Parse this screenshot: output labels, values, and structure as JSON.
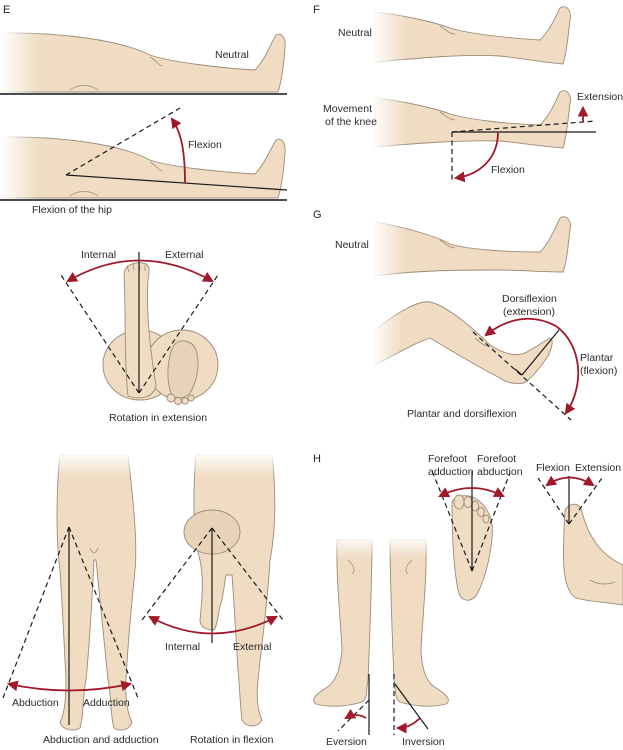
{
  "colors": {
    "skin": "#efdcc3",
    "outline": "#9c8c78",
    "arrow": "#a0182a",
    "line": "#1a1a1a",
    "text": "#2a2a2a"
  },
  "panels": {
    "E": {
      "letter": "E",
      "neutral": "Neutral",
      "flexion": "Flexion",
      "hip_caption": "Flexion of the hip",
      "rotation_internal": "Internal",
      "rotation_external": "External",
      "rotation_caption": "Rotation in extension",
      "abduction": "Abduction",
      "adduction": "Adduction",
      "abd_caption": "Abduction and adduction",
      "rotflex_internal": "Internal",
      "rotflex_external": "External",
      "rotflex_caption": "Rotation in flexion"
    },
    "F": {
      "letter": "F",
      "neutral": "Neutral",
      "movement_line1": "Movement",
      "movement_line2": "of the knee",
      "extension": "Extension",
      "flexion": "Flexion"
    },
    "G": {
      "letter": "G",
      "neutral": "Neutral",
      "dorsi_line1": "Dorsiflexion",
      "dorsi_line2": "(extension)",
      "plantar_line1": "Plantar",
      "plantar_line2": "(flexion)",
      "caption": "Plantar and dorsiflexion"
    },
    "H": {
      "letter": "H",
      "forefoot_add_line1": "Forefoot",
      "forefoot_add_line2": "adduction",
      "forefoot_abd_line1": "Forefoot",
      "forefoot_abd_line2": "abduction",
      "toe_flexion": "Flexion",
      "toe_extension": "Extension",
      "eversion": "Eversion",
      "inversion": "Inversion"
    }
  }
}
